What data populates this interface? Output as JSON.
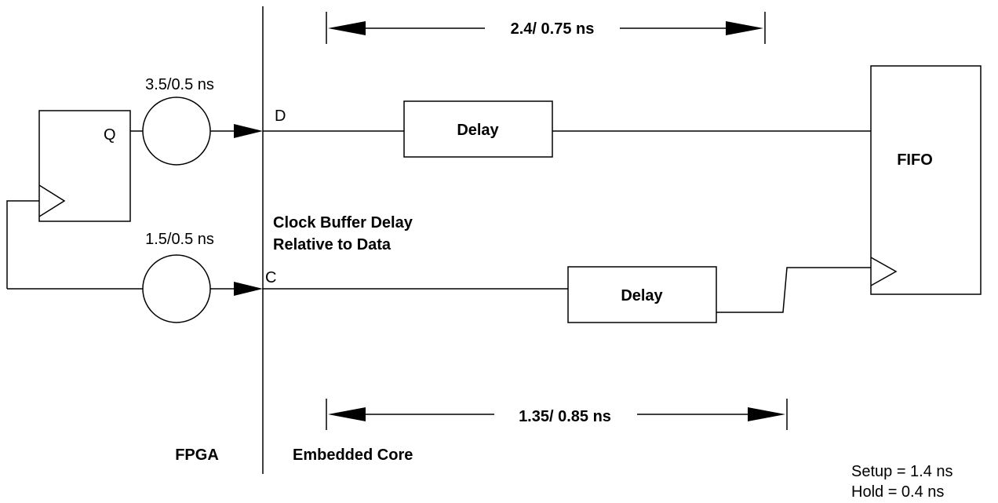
{
  "labels": {
    "top_dim": "2.4/ 0.75 ns",
    "bottom_dim": "1.35/ 0.85 ns",
    "data_buffer_delay": "3.5/0.5 ns",
    "clock_buffer_delay": "1.5/0.5 ns",
    "ff_q": "Q",
    "d_pin": "D",
    "c_pin": "C",
    "data_delay": "Delay",
    "clock_delay": "Delay",
    "fifo": "FIFO",
    "clock_note_line1": "Clock Buffer Delay",
    "clock_note_line2": "Relative to Data",
    "fpga": "FPGA",
    "embedded_core": "Embedded Core",
    "setup": "Setup = 1.4 ns",
    "hold": "Hold = 0.4 ns"
  }
}
